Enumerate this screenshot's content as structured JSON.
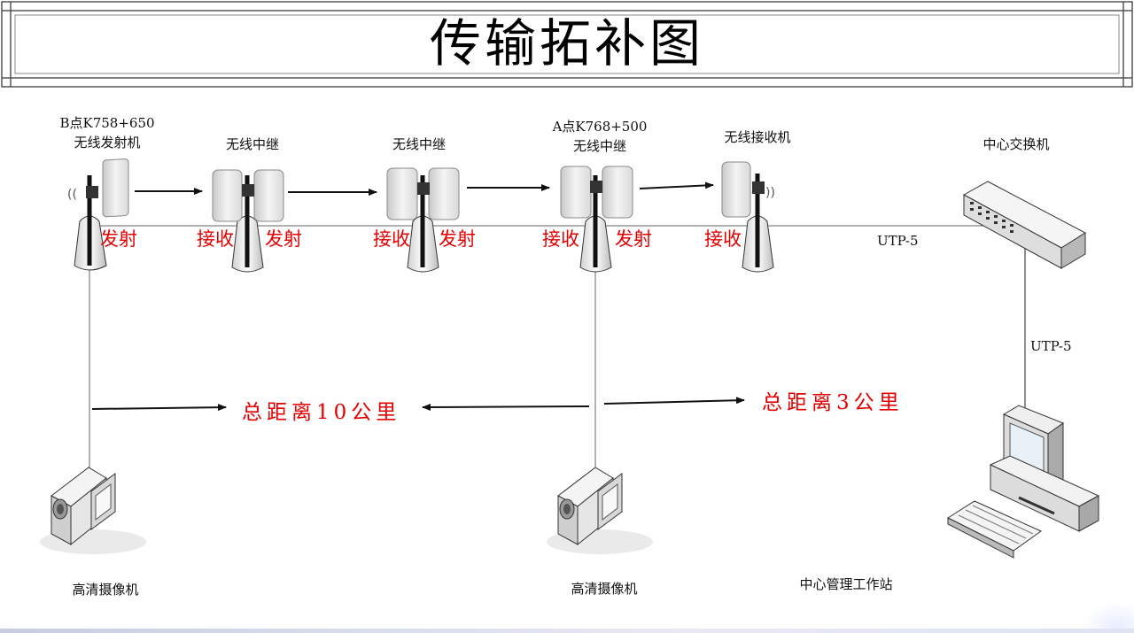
{
  "title": "传输拓补图",
  "nodes": {
    "b_point_tx": {
      "line1": "B点K758+650",
      "line2": "无线发射机"
    },
    "relay1": {
      "label": "无线中继"
    },
    "relay2": {
      "label": "无线中继"
    },
    "a_point_relay": {
      "line1": "A点K768+500",
      "line2": "无线中继"
    },
    "receiver": {
      "label": "无线接收机"
    },
    "switch": {
      "label": "中心交换机"
    },
    "camera1": {
      "label": "高清摄像机"
    },
    "camera2": {
      "label": "高清摄像机"
    },
    "workstation": {
      "label": "中心管理工作站"
    }
  },
  "signals": {
    "tx1": "发射",
    "rx1": "接收",
    "tx2": "发射",
    "rx2": "接收",
    "tx3": "发射",
    "rx3": "接收",
    "tx4": "发射",
    "rx4": "接收"
  },
  "links": {
    "utp_horizontal": "UTP-5",
    "utp_vertical": "UTP-5"
  },
  "distances": {
    "left": "总距离10公里",
    "right": "总距离3公里"
  },
  "colors": {
    "annotation_red": "#e40000",
    "line": "#222222"
  }
}
